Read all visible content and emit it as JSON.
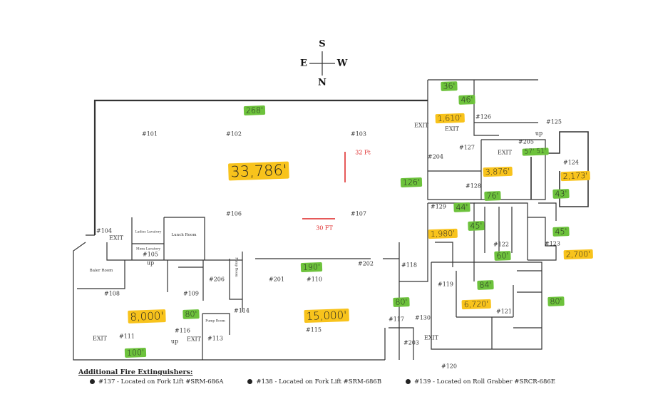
{
  "compass": {
    "top": "S",
    "left": "E",
    "right": "W",
    "bottom": "N"
  },
  "rooms": {
    "r101": "#101",
    "r102": "#102",
    "r103": "#103",
    "r104": "#104",
    "r105": "#105",
    "r106": "#106",
    "r107": "#107",
    "r108": "#108",
    "r109": "#109",
    "r110": "#110",
    "r111": "#111",
    "r113": "#113",
    "r114": "#114",
    "r115": "#115",
    "r116": "#116",
    "r117": "#117",
    "r118": "#118",
    "r119": "#119",
    "r120": "#120",
    "r121": "#121",
    "r122": "#122",
    "r123": "#123",
    "r124": "#124",
    "r125": "#125",
    "r126": "#126",
    "r127": "#127",
    "r128": "#128",
    "r129": "#129",
    "r130": "#130",
    "r201": "#201",
    "r202": "#202",
    "r203": "#203",
    "r204": "#204",
    "r205": "#205",
    "r206": "#206"
  },
  "room_names": {
    "lunch": "Lunch Room",
    "ladies": "Ladies Lavatory",
    "mens": "Mens Lavatory",
    "baler": "Baler Room",
    "pump1": "Pump Room",
    "pump2": "Pump Room"
  },
  "misc": {
    "exit": "EXIT",
    "up": "up",
    "dim_vertical": "32 Ft",
    "dim_horizontal": "30 FT"
  },
  "areas": {
    "a1": "33,786'",
    "a2": "8,000'",
    "a3": "15,000'",
    "a4": "1,610'",
    "a5": "3,876'",
    "a6": "2,173'",
    "a7": "1,980'",
    "a8": "2,700'",
    "a9": "6,720'"
  },
  "lengths": {
    "l1": "268'",
    "l2": "126'",
    "l3": "36'",
    "l4": "46'",
    "l5": "57' 51'",
    "l6": "76'",
    "l7": "43'",
    "l8": "44'",
    "l9": "45'",
    "l10": "45'",
    "l11": "60'",
    "l12": "190'",
    "l13": "80'",
    "l14": "84'",
    "l15": "80'",
    "l16": "80'",
    "l17": "100'"
  },
  "legend": {
    "title": "Additional Fire Extinguishers:",
    "items": [
      "#137 - Located on Fork Lift #SRM-686A",
      "#138 - Located on Fork Lift #SRM-686B",
      "#139 - Located on Roll Grabber #SRCR-686E"
    ]
  },
  "colors": {
    "area_highlight": "#f8c31c",
    "length_highlight": "#6dc23c",
    "dimension_lines": "#dd2222"
  }
}
